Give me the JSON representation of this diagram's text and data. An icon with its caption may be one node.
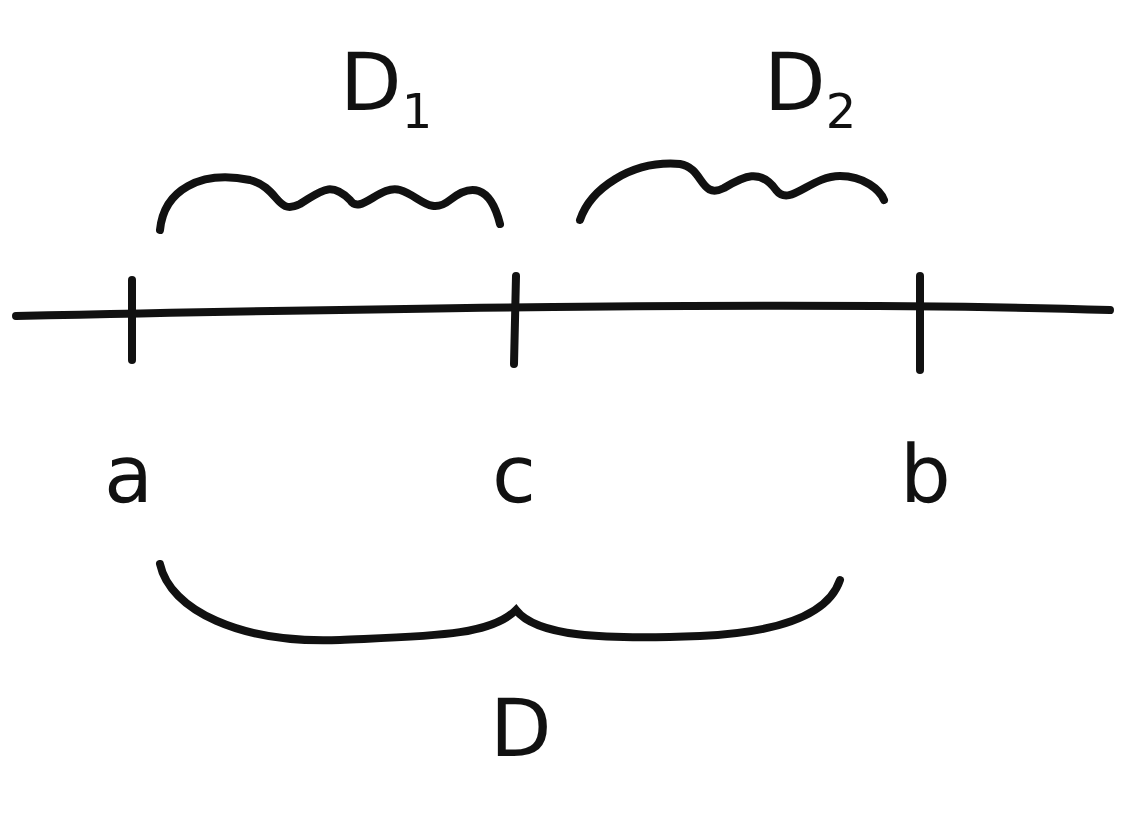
{
  "diagram": {
    "labels": [
      "D$_{1}$",
      "D$_{2}$",
      "a",
      "c",
      "b",
      "D"
    ]
  }
}
